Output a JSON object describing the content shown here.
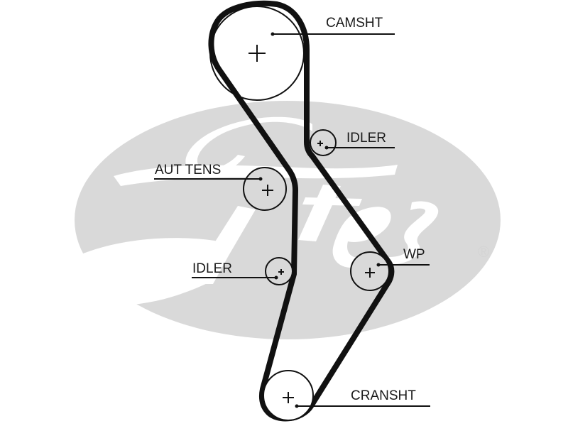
{
  "diagram": {
    "type": "timing-belt-routing",
    "watermark": {
      "brand_icon": "gates-logo-icon",
      "registered_mark": "®",
      "color": "#d9d9d9"
    },
    "colors": {
      "belt": "#111111",
      "pulley": "#111111",
      "label": "#1a1a1a",
      "background": "#ffffff"
    },
    "pulleys": [
      {
        "id": "camshaft",
        "label": "CAMSHT"
      },
      {
        "id": "idler-upper",
        "label": "IDLER"
      },
      {
        "id": "auto-tensioner",
        "label": "AUT TENS"
      },
      {
        "id": "idler-lower",
        "label": "IDLER"
      },
      {
        "id": "water-pump",
        "label": "WP"
      },
      {
        "id": "crankshaft",
        "label": "CRANSHT"
      }
    ]
  }
}
